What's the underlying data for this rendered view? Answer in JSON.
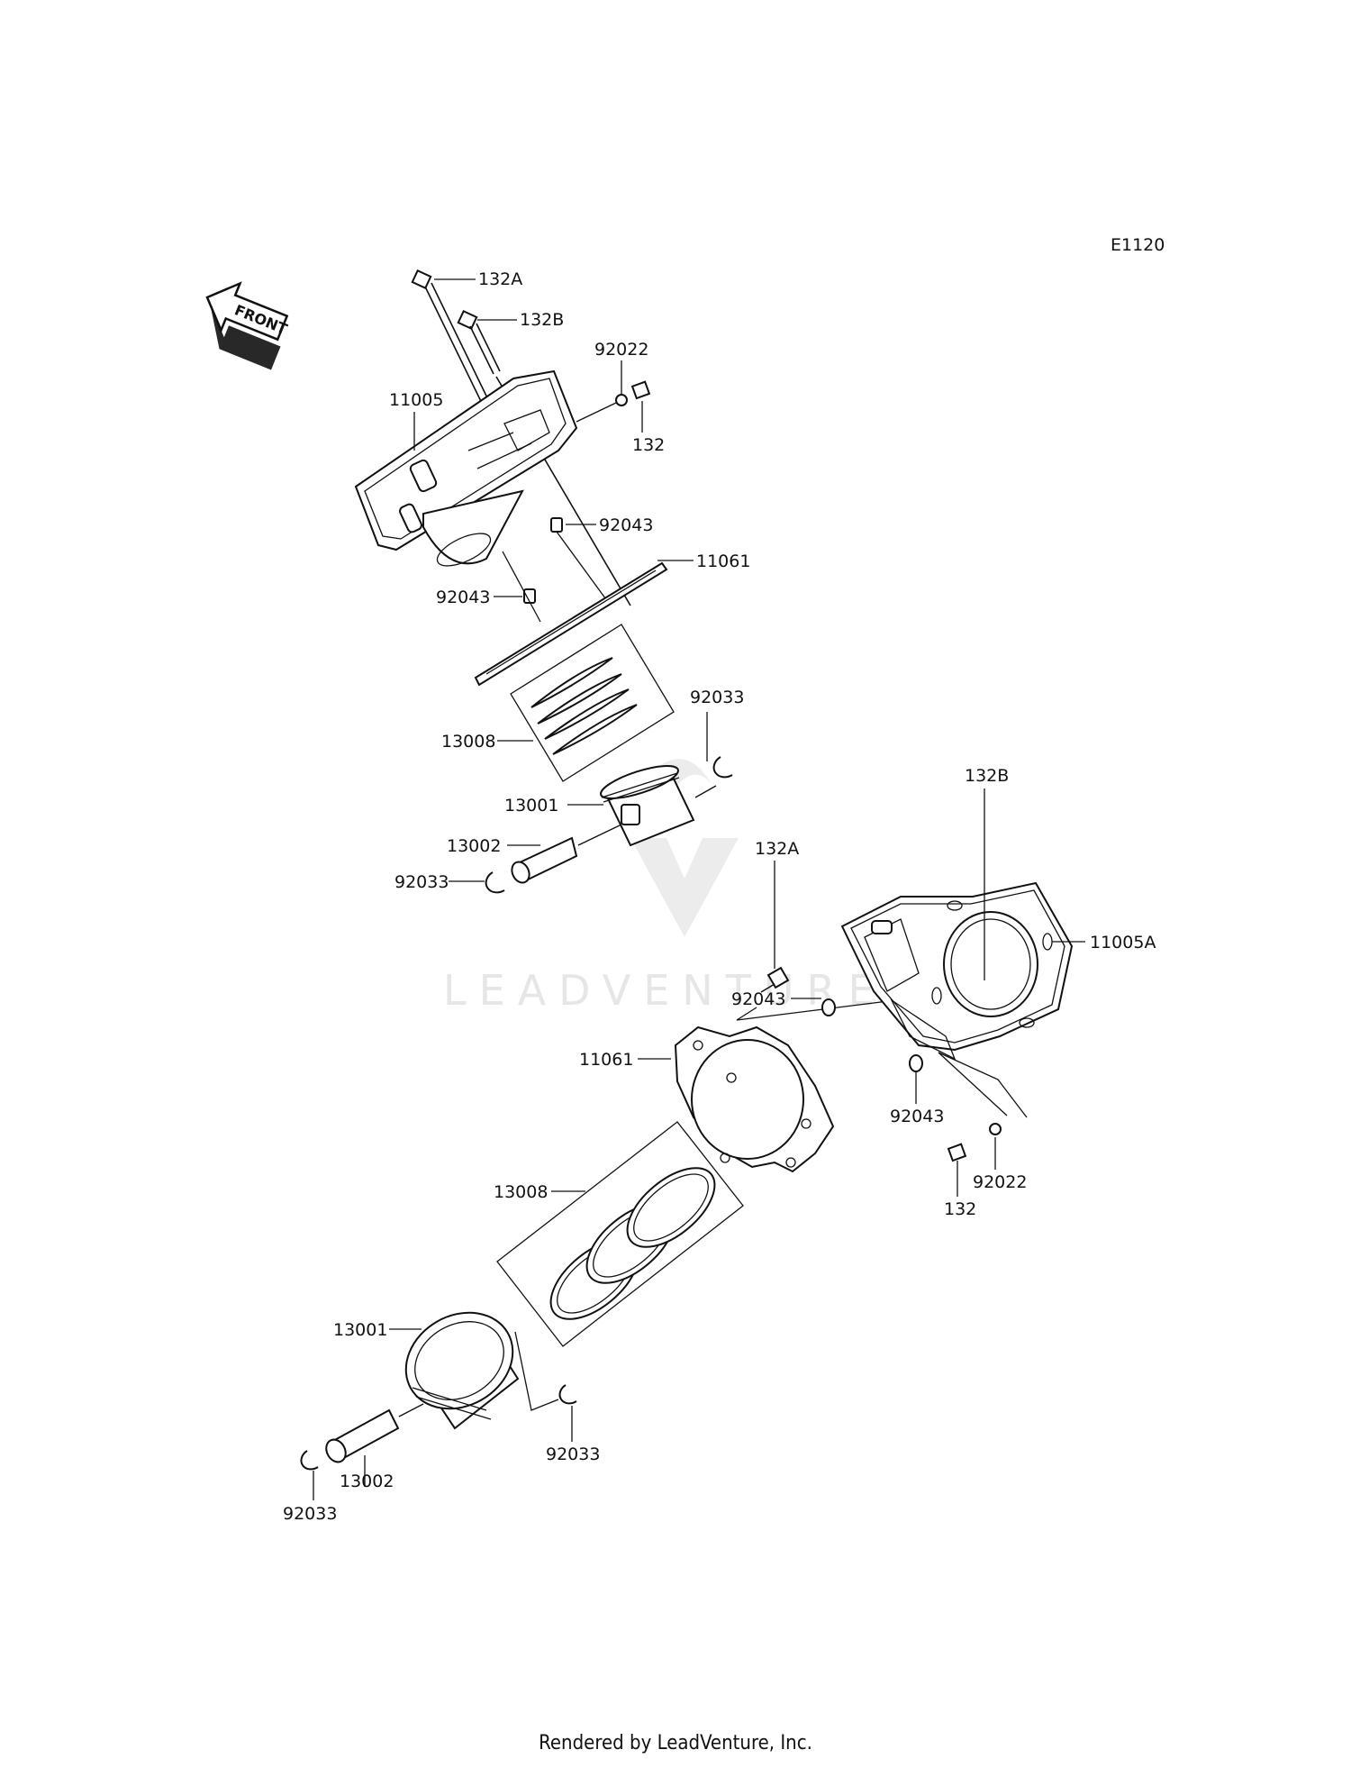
{
  "diagram_code": "E1120",
  "front_arrow_label": "FRONT",
  "watermark_text": "LEADVENTURE",
  "footer_text": "Rendered by LeadVenture, Inc.",
  "labels": {
    "rear_132A": "132A",
    "rear_132B": "132B",
    "rear_92022": "92022",
    "rear_132": "132",
    "rear_11005": "11005",
    "rear_92043_a": "92043",
    "rear_92043_b": "92043",
    "rear_11061": "11061",
    "rear_13008": "13008",
    "rear_92033_a": "92033",
    "rear_13001": "13001",
    "rear_13002": "13002",
    "rear_92033_b": "92033",
    "front_132B": "132B",
    "front_132A": "132A",
    "front_11005A": "11005A",
    "front_92043_a": "92043",
    "front_11061": "11061",
    "front_92043_b": "92043",
    "front_92022": "92022",
    "front_132": "132",
    "front_13008": "13008",
    "front_13001": "13001",
    "front_92033_a": "92033",
    "front_13002": "13002",
    "front_92033_b": "92033"
  }
}
